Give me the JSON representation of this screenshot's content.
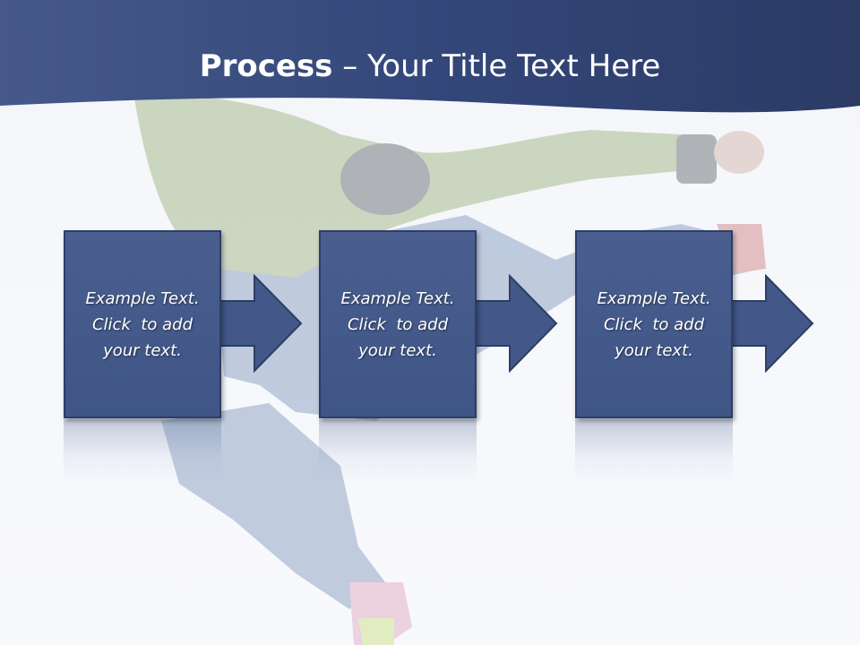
{
  "slide": {
    "title_bold": "Process",
    "title_rest": " – Your Title Text Here",
    "steps": [
      {
        "text_line1": "Example Text.",
        "text_line2": "Click  to add",
        "text_line3": "your text."
      },
      {
        "text_line1": "Example Text.",
        "text_line2": "Click  to add",
        "text_line3": "your text."
      },
      {
        "text_line1": "Example Text.",
        "text_line2": "Click  to add",
        "text_line3": "your text."
      }
    ]
  },
  "colors": {
    "header_blue": "#34477a",
    "box_blue": "#435889",
    "box_border": "#2c3e66",
    "background": "#f7f8fb"
  }
}
